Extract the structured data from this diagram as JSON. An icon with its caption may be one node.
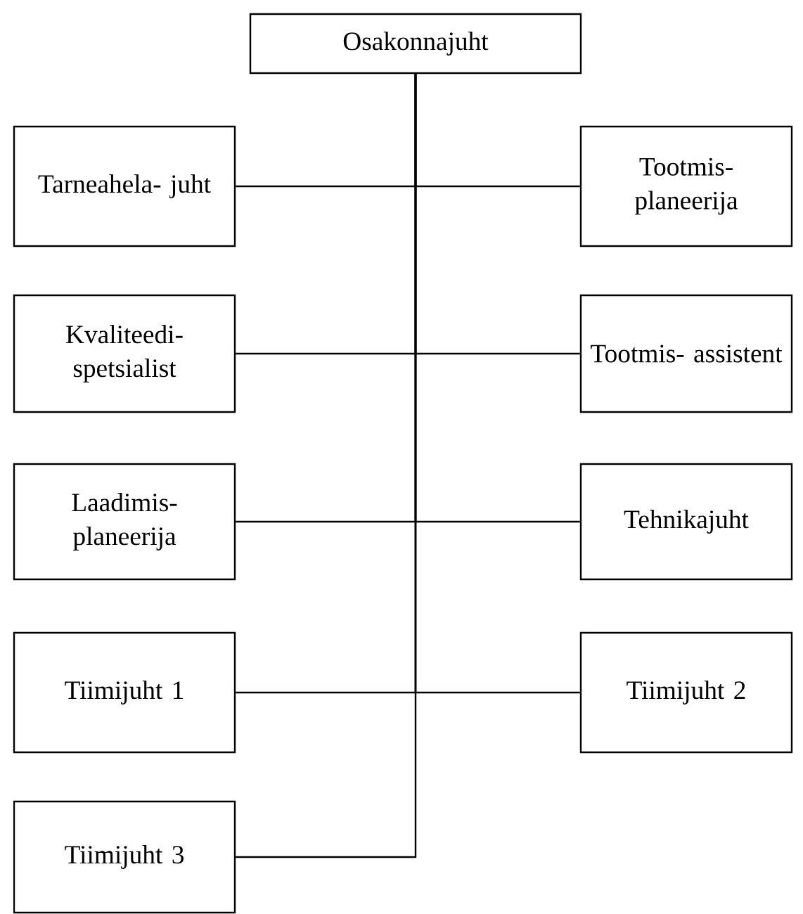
{
  "diagram": {
    "nodes": [
      {
        "text": [
          "Osakonnajuht"
        ]
      },
      {
        "text": [
          "Tarneahela- juht"
        ]
      },
      {
        "text": [
          "Tootmis- planeerija"
        ]
      },
      {
        "text": [
          "Kvaliteedi- spetsialist"
        ]
      },
      {
        "text": [
          "Tootmis- assistent"
        ]
      },
      {
        "text": [
          "Laadimis- planeerija"
        ]
      },
      {
        "text": [
          "Tehnikajuht"
        ]
      },
      {
        "text": [
          "Tiimijuht 1"
        ]
      },
      {
        "text": [
          "Tiimijuht 2"
        ]
      },
      {
        "text": [
          "Tiimijuht 3"
        ]
      }
    ],
    "edges": [
      {
        "from": 0,
        "to": 1,
        "arrow": "none"
      },
      {
        "from": 0,
        "to": 2,
        "arrow": "none"
      },
      {
        "from": 0,
        "to": 3,
        "arrow": "none"
      },
      {
        "from": 0,
        "to": 4,
        "arrow": "none"
      },
      {
        "from": 0,
        "to": 5,
        "arrow": "none"
      },
      {
        "from": 0,
        "to": 6,
        "arrow": "none"
      },
      {
        "from": 0,
        "to": 7,
        "arrow": "none"
      },
      {
        "from": 0,
        "to": 8,
        "arrow": "none"
      },
      {
        "from": 0,
        "to": 9,
        "arrow": "none"
      }
    ]
  }
}
